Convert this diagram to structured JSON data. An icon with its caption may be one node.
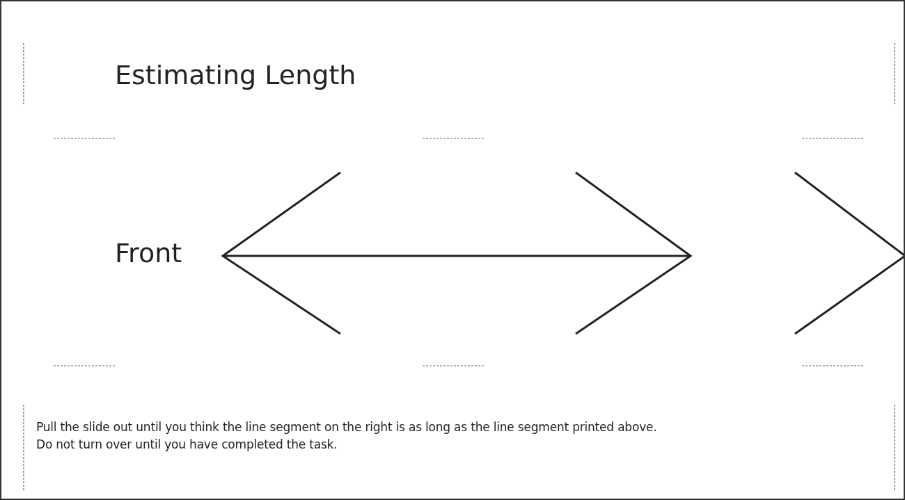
{
  "diagram": {
    "title": "Estimating Length",
    "labels": [
      "Front",
      "Pull the slide out until you think the line segment on the right is as long as the line segment printed above.",
      "Do not turn over until you have completed the task."
    ]
  }
}
